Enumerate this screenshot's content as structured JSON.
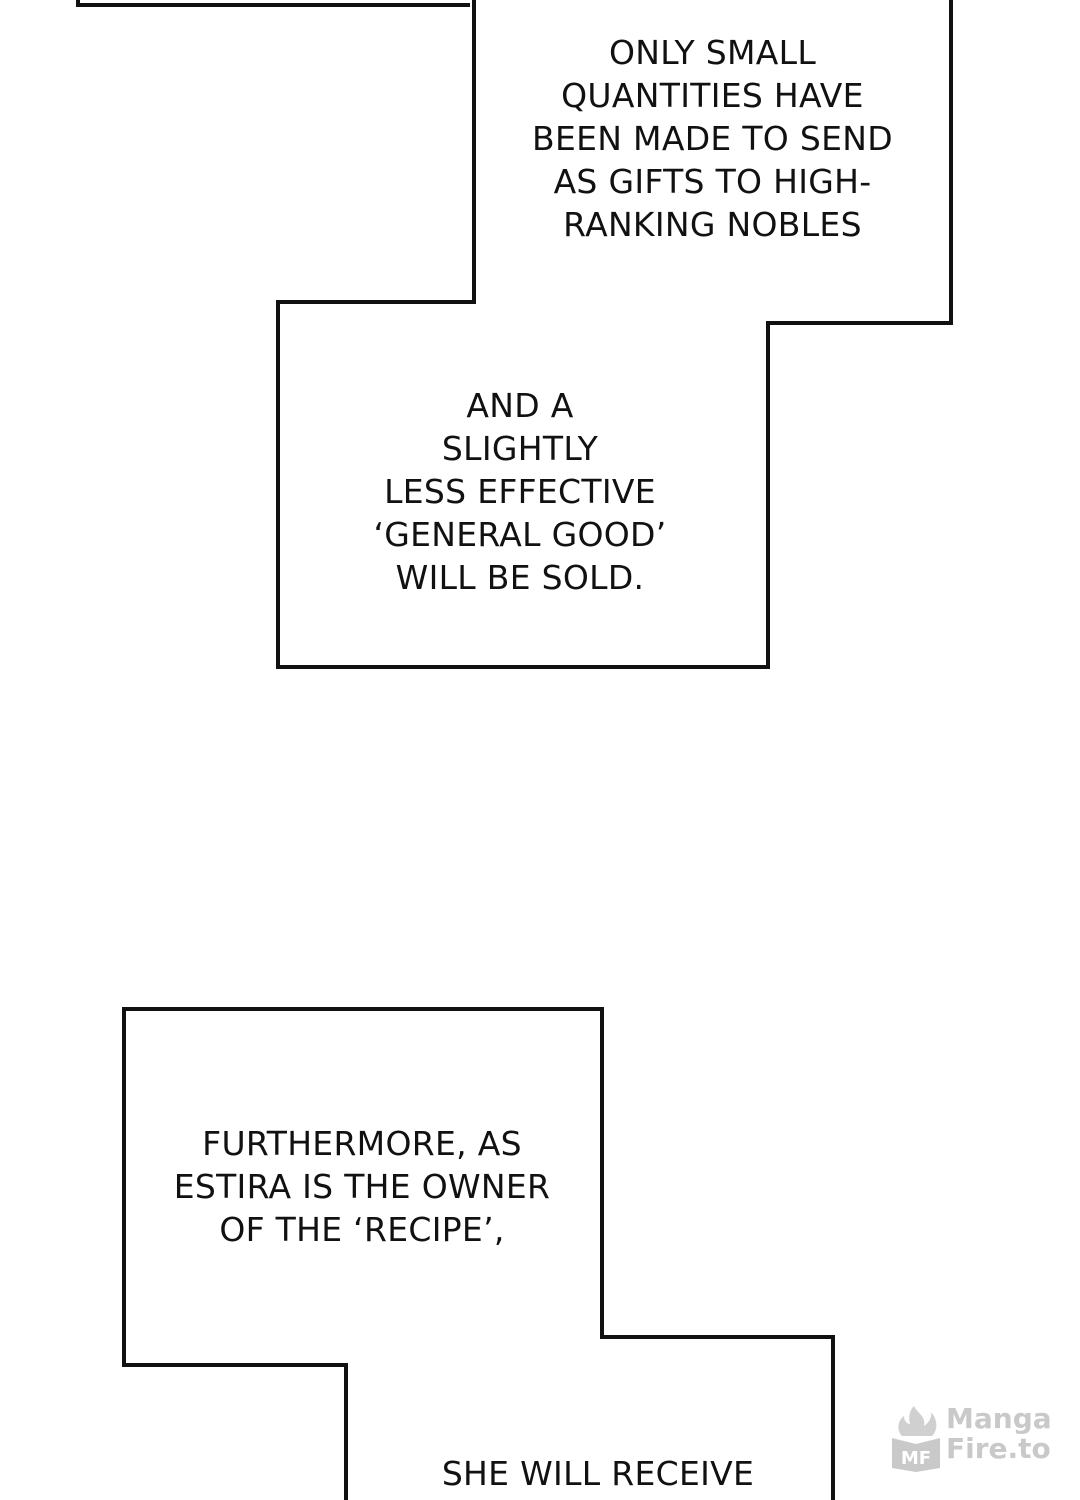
{
  "captions": {
    "top": [
      "ONLY SMALL",
      "QUANTITIES HAVE",
      "BEEN MADE TO SEND",
      "AS GIFTS TO HIGH-",
      "RANKING NOBLES"
    ],
    "middle": [
      "AND A",
      "SLIGHTLY",
      "LESS EFFECTIVE",
      "‘GENERAL GOOD’",
      "WILL BE SOLD."
    ],
    "lower": [
      "FURTHERMORE, AS",
      "ESTIRA IS THE OWNER",
      "OF THE ‘RECIPE’,"
    ],
    "bottom": [
      "SHE WILL RECEIVE"
    ]
  },
  "watermark": {
    "line1": "Manga",
    "line2": "Fire.to",
    "icon": "flame-book-icon",
    "badge": "MF",
    "color": "#c9c9c9"
  },
  "colors": {
    "border": "#111111",
    "background": "#ffffff"
  }
}
